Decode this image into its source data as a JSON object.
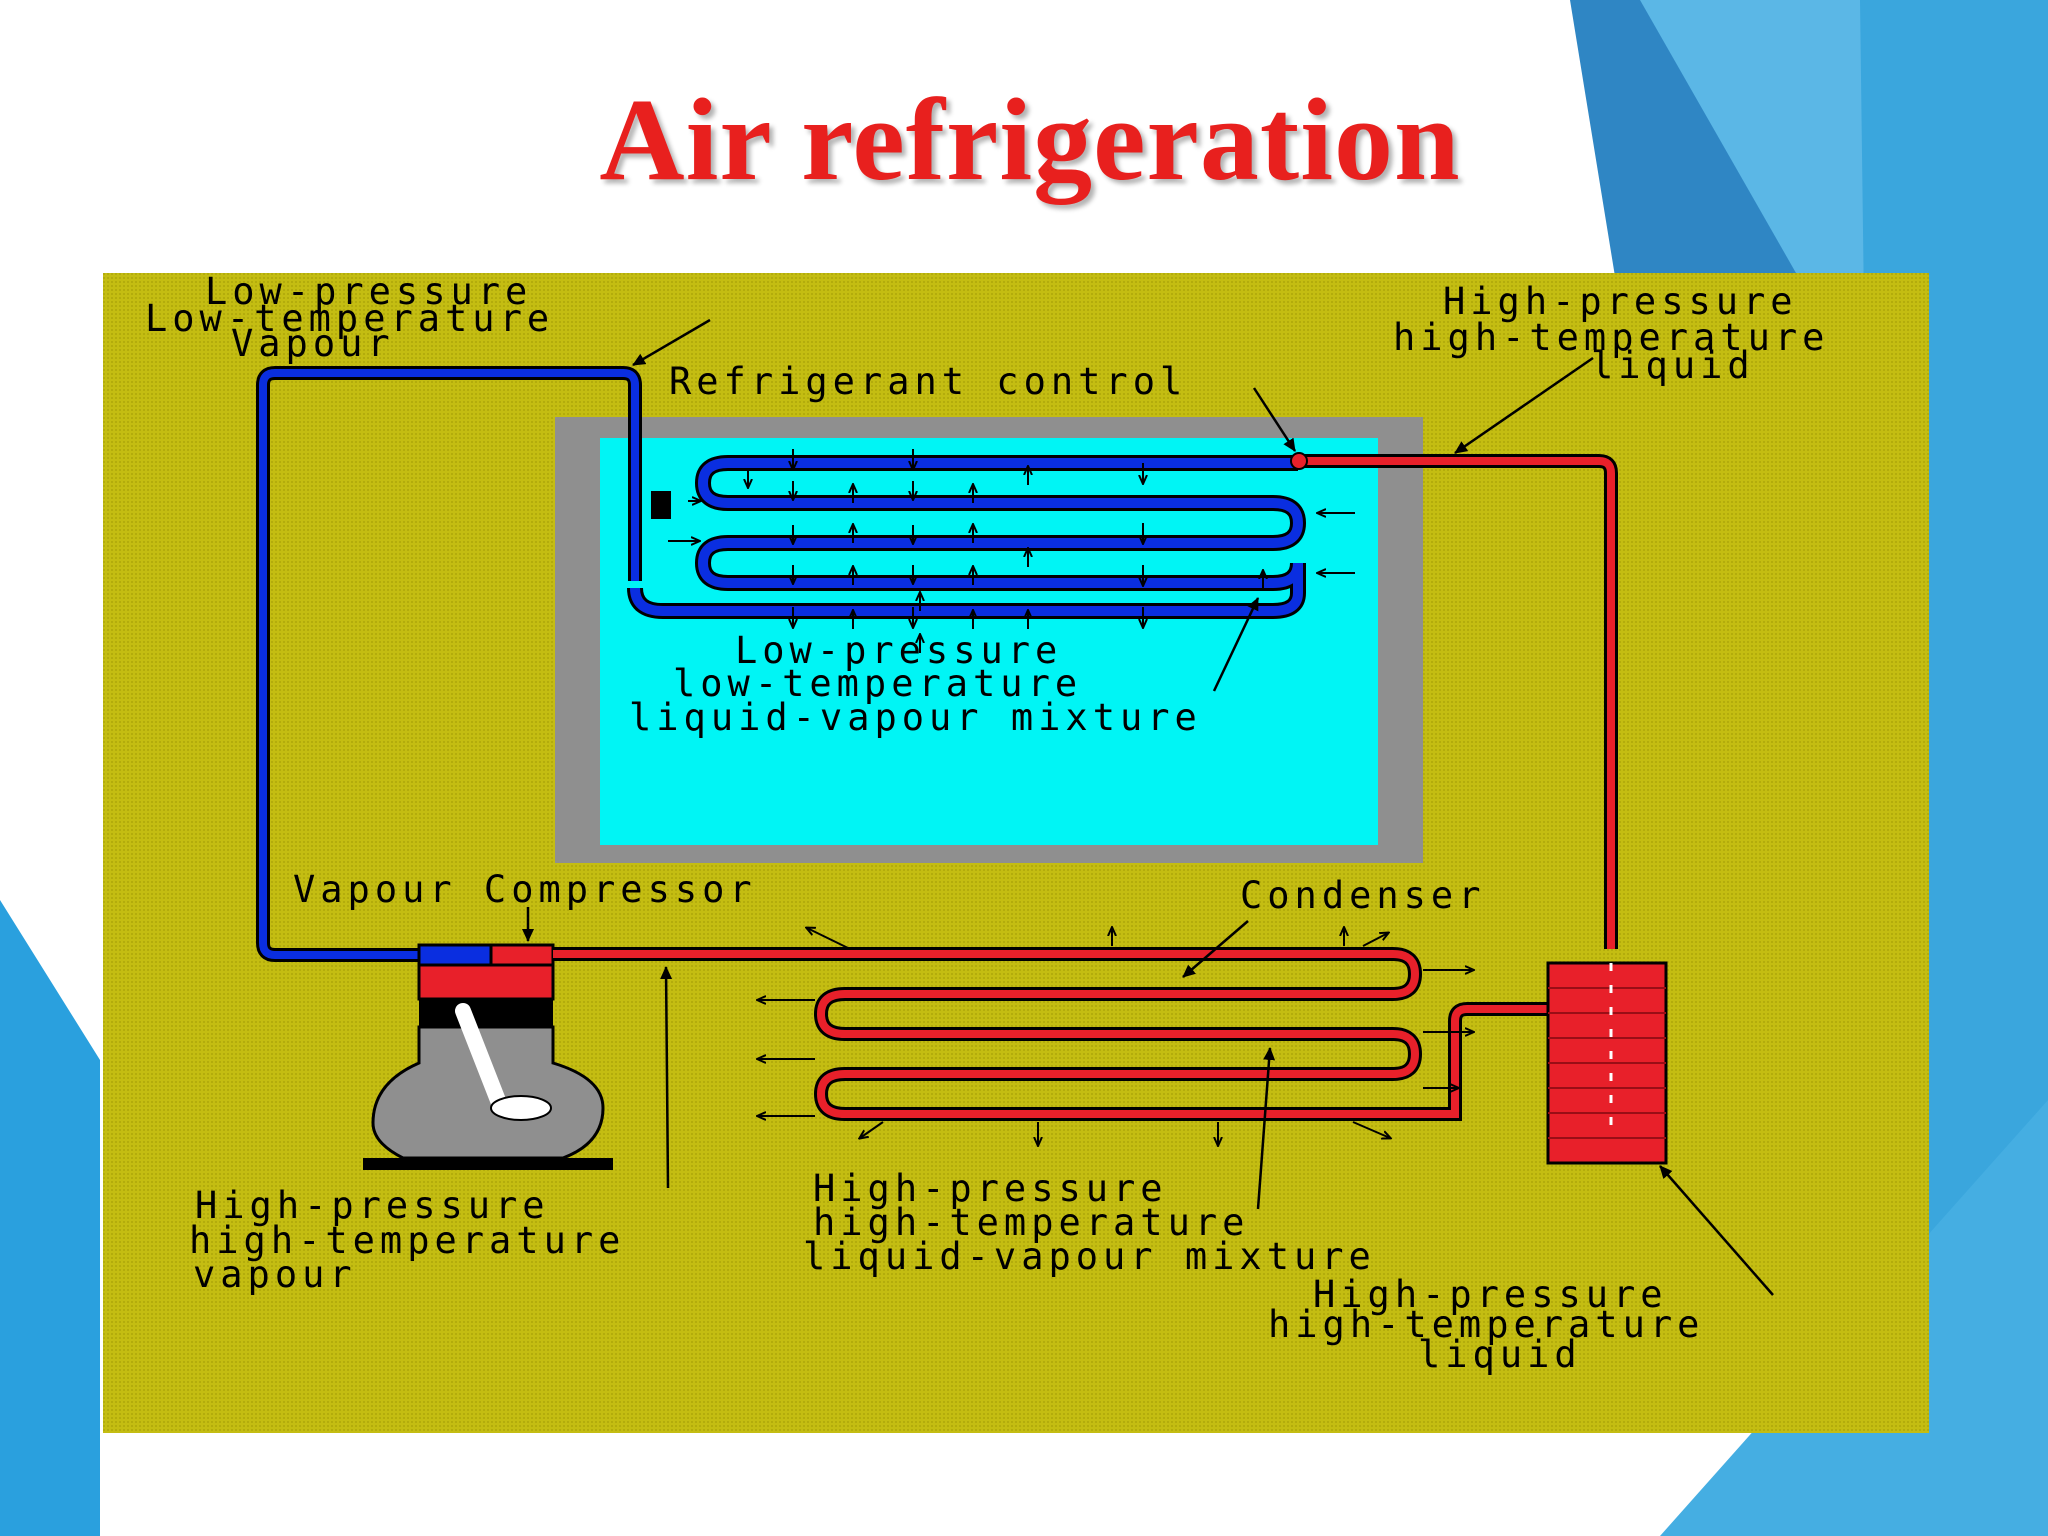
{
  "slide": {
    "title": "Air refrigeration"
  },
  "diagram": {
    "labels": {
      "evaporator_inlet_line1": "Low-pressure",
      "evaporator_inlet_line2": "Low-temperature",
      "evaporator_inlet_line3": "Vapour",
      "refrigerant_control": "Refrigerant control",
      "top_right_line1": "High-pressure",
      "top_right_line2": "high-temperature",
      "top_right_line3": "liquid",
      "evaporator_mix_line1": "Low-pressure",
      "evaporator_mix_line2": "low-temperature",
      "evaporator_mix_line3": "liquid-vapour mixture",
      "compressor": "Vapour Compressor",
      "condenser": "Condenser",
      "compressor_out_line1": "High-pressure",
      "compressor_out_line2": "high-temperature",
      "compressor_out_line3": "vapour",
      "condenser_mix_line1": "High-pressure",
      "condenser_mix_line2": "high-temperature",
      "condenser_mix_line3": "liquid-vapour mixture",
      "receiver_line1": "High-pressure",
      "receiver_line2": "high-temperature",
      "receiver_line3": "liquid"
    },
    "colors": {
      "background": "#c4bd12",
      "cold_fluid": "#00f5f5",
      "cabinet": "#8f8f8f",
      "low_pressure_line": "#0a2ee0",
      "high_pressure_line": "#e8202a",
      "title": "#e8201e",
      "accent_blue": "#2fa3dc"
    }
  }
}
